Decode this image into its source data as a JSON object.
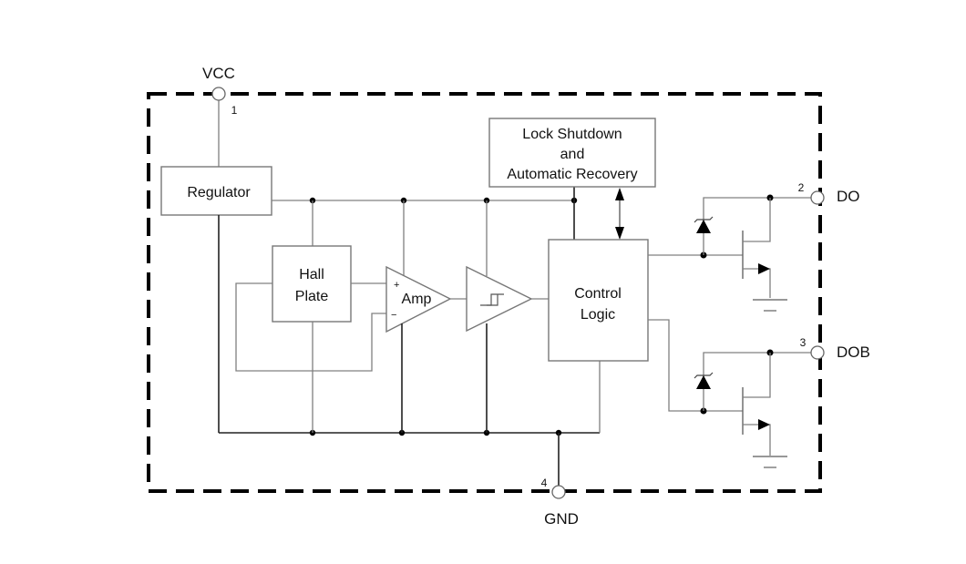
{
  "diagram": {
    "pins": {
      "vcc": {
        "label": "VCC",
        "number": "1"
      },
      "do": {
        "label": "DO",
        "number": "2"
      },
      "dob": {
        "label": "DOB",
        "number": "3"
      },
      "gnd": {
        "label": "GND",
        "number": "4"
      }
    },
    "blocks": {
      "regulator": "Regulator",
      "hall_plate": [
        "Hall",
        "Plate"
      ],
      "amp": "Amp",
      "amp_plus": "+",
      "amp_minus": "−",
      "lock": [
        "Lock Shutdown",
        "and",
        "Automatic Recovery"
      ],
      "control_logic": [
        "Control",
        "Logic"
      ]
    },
    "symbols": [
      "schmitt-trigger",
      "zener-diode",
      "mosfet",
      "ground"
    ]
  }
}
